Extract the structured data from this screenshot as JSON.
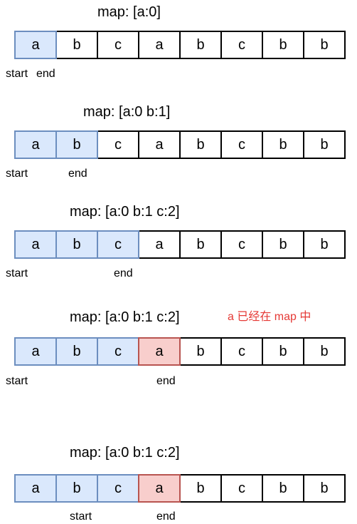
{
  "colors": {
    "window_fill": "#dae8fc",
    "window_border": "#6c8ebf",
    "dup_fill": "#f8cecc",
    "dup_border": "#b85450",
    "note_text": "#e53935"
  },
  "steps": [
    {
      "map": "map: [a:0]",
      "note": "",
      "cells": [
        "a",
        "b",
        "c",
        "a",
        "b",
        "c",
        "b",
        "b"
      ],
      "start_label": "start",
      "end_label": "end"
    },
    {
      "map": "map: [a:0 b:1]",
      "note": "",
      "cells": [
        "a",
        "b",
        "c",
        "a",
        "b",
        "c",
        "b",
        "b"
      ],
      "start_label": "start",
      "end_label": "end"
    },
    {
      "map": "map: [a:0 b:1 c:2]",
      "note": "",
      "cells": [
        "a",
        "b",
        "c",
        "a",
        "b",
        "c",
        "b",
        "b"
      ],
      "start_label": "start",
      "end_label": "end"
    },
    {
      "map": "map: [a:0 b:1 c:2]",
      "note": "a 已经在 map 中",
      "cells": [
        "a",
        "b",
        "c",
        "a",
        "b",
        "c",
        "b",
        "b"
      ],
      "start_label": "start",
      "end_label": "end"
    },
    {
      "map": "map: [a:0 b:1 c:2]",
      "note": "",
      "cells": [
        "a",
        "b",
        "c",
        "a",
        "b",
        "c",
        "b",
        "b"
      ],
      "start_label": "start",
      "end_label": "end"
    }
  ]
}
